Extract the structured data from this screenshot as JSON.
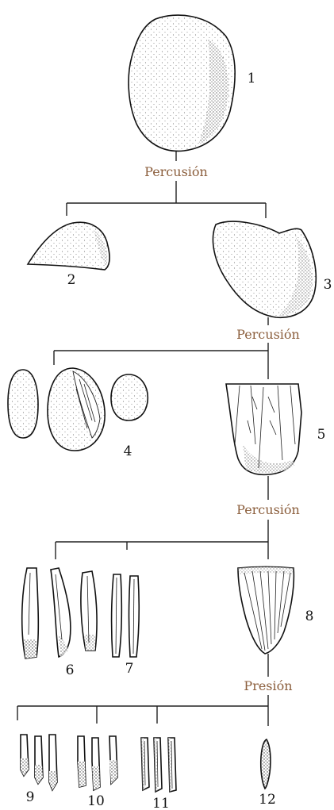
{
  "diagram": {
    "accent_color": "#8b5e3c",
    "steps": [
      {
        "id": "s1",
        "label": "Percusión"
      },
      {
        "id": "s2",
        "label": "Percusión"
      },
      {
        "id": "s3",
        "label": "Percusión"
      },
      {
        "id": "s4",
        "label": "Presión"
      }
    ],
    "items": [
      {
        "id": "n1",
        "label": "1"
      },
      {
        "id": "n2",
        "label": "2"
      },
      {
        "id": "n3",
        "label": "3"
      },
      {
        "id": "n4",
        "label": "4"
      },
      {
        "id": "n5",
        "label": "5"
      },
      {
        "id": "n6",
        "label": "6"
      },
      {
        "id": "n7",
        "label": "7"
      },
      {
        "id": "n8",
        "label": "8"
      },
      {
        "id": "n9",
        "label": "9"
      },
      {
        "id": "n10",
        "label": "10"
      },
      {
        "id": "n11",
        "label": "11"
      },
      {
        "id": "n12",
        "label": "12"
      }
    ]
  }
}
